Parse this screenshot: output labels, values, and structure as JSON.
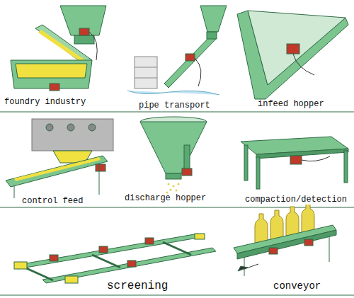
{
  "diagram": {
    "labels": [
      "foundry industry",
      "pipe transport",
      "infeed hopper",
      "control feed",
      "discharge hopper",
      "compaction/detection",
      "screening",
      "conveyor"
    ]
  }
}
